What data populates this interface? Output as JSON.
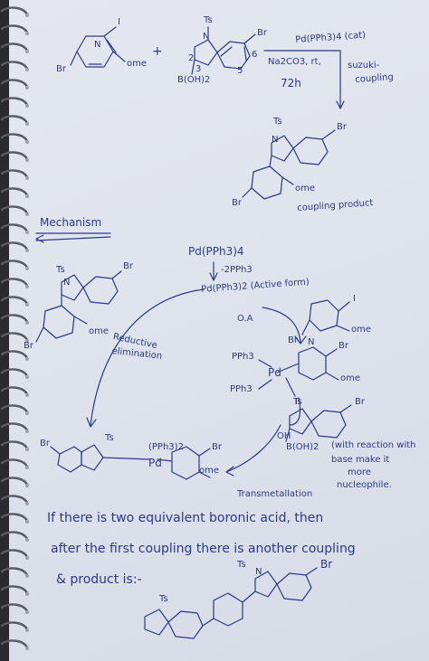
{
  "note": {
    "heading": "Mechanism",
    "reaction": {
      "reagent_a": {
        "sub1": "I",
        "sub2": "Br",
        "sub3": "ome",
        "ring_n": "N"
      },
      "plus": "+",
      "reagent_b": {
        "protect": "Ts",
        "sub_br": "Br",
        "boron": "B(OH)2",
        "ring_n": "N",
        "pos2": "2",
        "pos3": "3",
        "pos5": "5",
        "pos6": "6"
      },
      "catalyst": "Pd(PPh3)4 (cat)",
      "conditions_1": "Na2CO3, rt,",
      "conditions_2": "72h",
      "name_1": "suzuki-",
      "name_2": "coupling"
    },
    "product": {
      "protect": "Ts",
      "sub_br_1": "Br",
      "sub_br_2": "Br",
      "sub_ome": "ome",
      "ring_n": "N",
      "caption": "coupling product"
    },
    "cycle": {
      "catalyst": "Pd(PPh3)4",
      "loss": "-2PPh3",
      "active": "Pd(PPh3)2 (Active form)",
      "step_oa": "O.A",
      "step_re_1": "Reductive",
      "step_re_2": "elimination",
      "step_tm": "Transmetallation",
      "oa_complex_ligand_1": "PPh3",
      "oa_complex_ligand_2": "PPh3",
      "oa_complex_metal": "Pd",
      "oa_complex_i": "I",
      "oa_complex_br": "Br",
      "oa_complex_ome": "ome",
      "oa_complex_n": "N",
      "tm_ligand": "(PPh3)2",
      "tm_metal": "Pd",
      "tm_br_1": "Br",
      "tm_br_2": "Br",
      "tm_ome": "ome",
      "tm_ts": "Ts",
      "left_ts": "Ts",
      "left_br_1": "Br",
      "left_br_2": "Br",
      "left_ome": "ome",
      "left_n": "N",
      "right_sub_i": "I",
      "right_sub_ome": "ome",
      "right_br": "Br",
      "boronate_ts": "Ts",
      "boronate_br": "Br",
      "boronate_b": "B(OH)2",
      "boronate_oh": "OH",
      "base_note_1": "(with reaction with",
      "base_note_2": "base make it",
      "base_note_3": "more",
      "base_note_4": "nucleophile."
    },
    "footnote": {
      "line1": "If there is two equivalent boronic acid, then",
      "line2": "after the first coupling there is another coupling",
      "line3": "& product is:-",
      "ts": "Ts",
      "ts2": "Ts",
      "br": "Br",
      "n": "N"
    }
  },
  "colors": {
    "ink": "#2a3a8a",
    "paper": "#e0e4ec",
    "spiral": "#5a5a62",
    "background": "#2b2a30"
  }
}
